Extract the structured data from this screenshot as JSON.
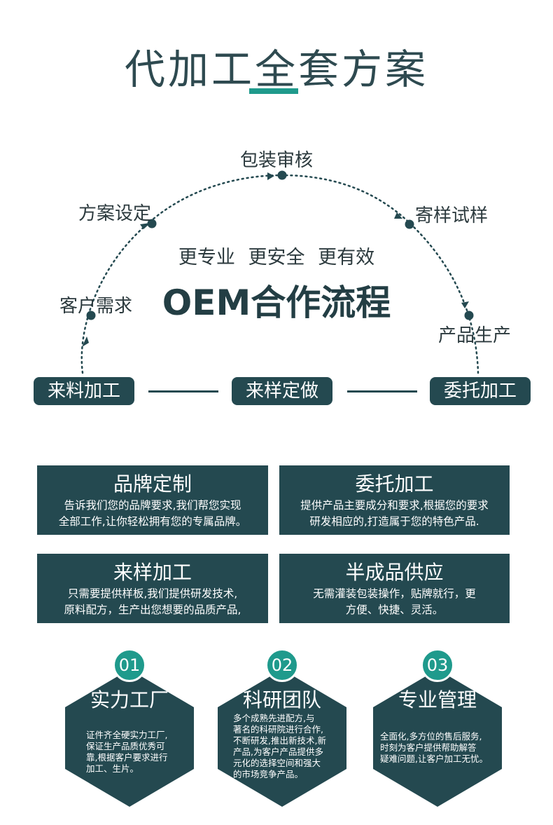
{
  "title": "代加工全套方案",
  "process": {
    "steps": [
      "客户需求",
      "方案设定",
      "包装审核",
      "寄样试样",
      "产品生产"
    ],
    "slogan": "更专业 更安全 更有效",
    "center_title": "OEM合作流程",
    "modes": [
      "来料加工",
      "来样定做",
      "委托加工"
    ]
  },
  "services": [
    {
      "title": "品牌定制",
      "lines": [
        "告诉我们您的品牌要求,我们帮您实现",
        "全部工作,让你轻松拥有您的专属品牌。"
      ]
    },
    {
      "title": "委托加工",
      "lines": [
        "提供产品主要成分和要求,根据您的要求",
        "研发相应的,打造属于您的特色产品."
      ]
    },
    {
      "title": "来样加工",
      "lines": [
        "只需要提供样板,我们提供研发技术,",
        "原料配方，生产出您想要的品质产品,"
      ]
    },
    {
      "title": "半成品供应",
      "lines": [
        "无需灌装包装操作，贴牌就行，更",
        "方便、快捷、灵活。"
      ]
    }
  ],
  "advantages": [
    {
      "num": "01",
      "title": "实力工厂",
      "lines": [
        "证件齐全硬实力工厂,",
        "保证生产品质优秀可",
        "靠,根据客户要求进行",
        "加工、生片。"
      ]
    },
    {
      "num": "02",
      "title": "科研团队",
      "lines": [
        "多个成熟先进配方,与",
        "著名的科研院进行合作,",
        "不断研发,推出新技术,新",
        "产品,为客户产品提供多",
        "元化的选择空间和强大",
        "的市场竞争产品。"
      ]
    },
    {
      "num": "03",
      "title": "专业管理",
      "lines": [
        "全面化,多方位的售后服务,",
        "时刻为客户提供帮助解答",
        "疑难问题,让客户加工无忧。"
      ]
    }
  ],
  "colors": {
    "dark_teal": "#244950",
    "accent_teal": "#1f9a8c",
    "title_text": "#2e4a50"
  }
}
